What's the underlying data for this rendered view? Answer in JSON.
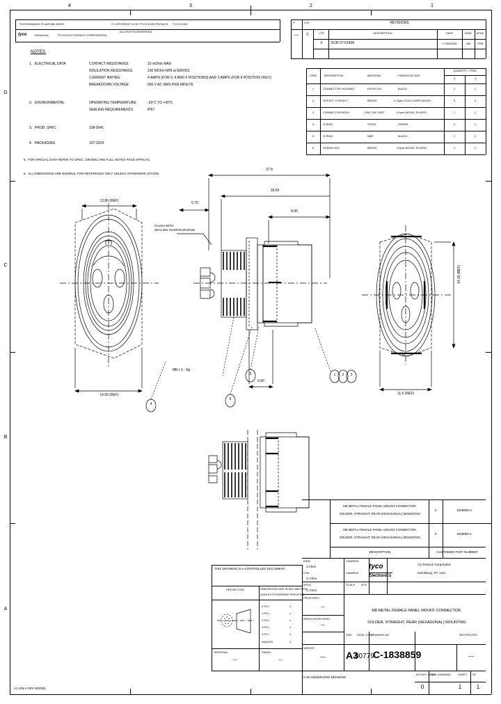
{
  "sheet": {
    "zones_top": [
      "4",
      "3",
      "2",
      "1"
    ],
    "zones_left": [
      "D",
      "C",
      "B",
      "A"
    ],
    "footer_ref": "A1 205-1 REV 9(0030)"
  },
  "header_bar": {
    "left_cell": "THIS DRAWING IS UNPUBLISHED",
    "mid_cell": "© COPYRIGHT 19 BY TYCO ELECTRONICS",
    "right_cell": "TYCO 2000",
    "logo": "tyco",
    "logo_sub": "Electronics",
    "second_row_mid": "TYCO ELECTRONICS CORPORATION",
    "second_row_right": "ALL RIGHTS RESERVED"
  },
  "notes": {
    "title": "NOTES:",
    "items": [
      {
        "num": "1.",
        "label": "ELECTRICAL DATA",
        "rows": [
          {
            "key": "CONTACT RESISTANCE",
            "val": "10 mOhm MAX"
          },
          {
            "key": "INSULATION RESISTANCE",
            "val": "100 MOhm MIN at 500VDC"
          },
          {
            "key": "CURRENT RATING",
            "val": "4 AMPS (FOR 3, 4 AND 5 POSITIONS) AND 2 AMPS (FOR 8 POSITION ONLY)"
          },
          {
            "key": "BREAKDOWN VOLTAGE",
            "val": "500 V AC RMS PER MINUTE"
          }
        ]
      },
      {
        "num": "2.",
        "label": "ENVIRONMENTAL",
        "rows": [
          {
            "key": "OPERATING TEMPERATURE",
            "val": "-25°C TO +90°C"
          },
          {
            "key": "SEALING REQUIREMENTS",
            "val": "IP67"
          }
        ]
      },
      {
        "num": "3.",
        "label": "PROD. SPEC",
        "rows": [
          {
            "key": "108-5941",
            "val": ""
          }
        ]
      },
      {
        "num": "4.",
        "label": "PACKAGING",
        "rows": [
          {
            "key": "107-3324",
            "val": ""
          }
        ]
      }
    ],
    "note5": "5.  FOR SPECIAL DATA REFER TO SPEC. 108-5941 AND FULL NOTES PAGE OFFICIAL.",
    "note6": "6.  ALL DIMENSIONS ARE NOMINAL FOR REFERENCE ONLY UNLESS OTHERWISE STATED."
  },
  "revisions": {
    "title": "REVISIONS",
    "lt_label": "LT",
    "lt_value": "—",
    "cage_label": "C",
    "headers": [
      "P",
      "LTR",
      "DESCRIPTION",
      "DATE",
      "DWN",
      "APVD"
    ],
    "rows": [
      {
        "p": "",
        "ltr": "0",
        "desc": "ECR 07-01428",
        "date": "17JAN2008",
        "dwn": "AM",
        "apvd": "TDM"
      }
    ]
  },
  "parts_list": {
    "headers": [
      "ITEM",
      "DESCRIPTION",
      "MATERIAL",
      "FINISH/COLOUR"
    ],
    "qty_header": "QUANTITY / ITEM",
    "qty_cols": [
      "-1",
      "-2"
    ],
    "rows": [
      {
        "item": "1",
        "desc": "CONNECTOR HOUSING",
        "mat": "PA NYLON",
        "fin": "BLACK",
        "q1": "1",
        "q2": "1"
      },
      {
        "item": "2",
        "desc": "SOCKET CONTACT",
        "mat": "BRASS",
        "fin": "0.15µm GOLD OVER NICKEL",
        "q1": "3",
        "q2": "4"
      },
      {
        "item": "3",
        "desc": "CONNECTOR BODY",
        "mat": "ZINC DIE CAST",
        "fin": "2.5µm NICKEL PLATED",
        "q1": "1",
        "q2": "1"
      },
      {
        "item": "4",
        "desc": "O-RING",
        "mat": "VITON",
        "fin": "GREEN",
        "q1": "1",
        "q2": "1"
      },
      {
        "item": "5",
        "desc": "O-RING",
        "mat": "NBR",
        "fin": "BLACK",
        "q1": "1",
        "q2": "1"
      },
      {
        "item": "6",
        "desc": "SCREW NUT",
        "mat": "BRASS",
        "fin": "2.5µm NICKEL PLATED",
        "q1": "1",
        "q2": "1"
      }
    ]
  },
  "dimensions": {
    "overall_length": "27.8",
    "body_length": "18.00",
    "hex_length": "8.95",
    "front_depth": "4.90",
    "thread_lead": "5.70",
    "thread_spec": "M8 x 1 - 6g",
    "hex_across_flats": "14.00 (REF)",
    "hex_across_corners": "13.80 (REF)",
    "right_flats": "11.5 (REF)",
    "right_vert": "14.00 (REF)",
    "panel_note": "FLUSH WITH\nSEALING CONFIGURATION",
    "balloon_items": [
      "1",
      "2",
      "3",
      "4",
      "5",
      "6"
    ]
  },
  "controlled_box": {
    "title": "THIS DRAWING IS A CONTROLLED DOCUMENT.",
    "proj_label": "PROJECTION",
    "tol_title": "DIMENSIONS ARE IN MILLIMETERS",
    "tol_sub": "UNLESS OTHERWISE SPECIFIED",
    "tol_rows": [
      {
        "k": "0 PLC",
        "v": "±"
      },
      {
        "k": "1 PLC",
        "v": "±"
      },
      {
        "k": "2 PLC",
        "v": "±"
      },
      {
        "k": "3 PLC",
        "v": "±"
      },
      {
        "k": "4 PLC",
        "v": "±"
      },
      {
        "k": "ANGLES",
        "v": "±"
      }
    ],
    "material_label": "MATERIAL",
    "material_value": "—",
    "finish_label": "FINISH",
    "finish_value": "—"
  },
  "title_block": {
    "desc_rows": [
      {
        "line1": "M8 METAL FEMALE PANEL MOUNT CONNECTOR,",
        "line2": "SOLDER, STRAIGHT, REAR (HEXAGONAL) MOUNTING",
        "dash": "4",
        "pn": "1838859-2"
      },
      {
        "line1": "M8 METAL FEMALE PANEL MOUNT CONNECTOR,",
        "line2": "SOLDER, STRAIGHT, REAR (HEXAGONAL) MOUNTING",
        "dash": "3",
        "pn": "1838859-1"
      }
    ],
    "desc_col_header": "DESCRIPTION",
    "pn_col_header": "CUSTOMER PART NUMBER",
    "drawn_label": "DWN",
    "drawn_value": "J.Chen",
    "drawn_date": "23MAR08",
    "chk_label": "CHK",
    "chk_value": "C.Chen",
    "chk_date": "23MAR08",
    "appr_label": "APVD",
    "appr_value": "C.Chen",
    "appr_date": "23MAR08",
    "scale_label": "SCALE",
    "scale_value": "NTS",
    "prod_label": "PROD SPEC",
    "prod_value": "—",
    "app_label": "APPLICATION SPEC",
    "app_value": "—",
    "company": "tyco",
    "company_sub": "Electronics",
    "company_line1": "AU Division Corporation",
    "company_line2": "Harrisburg, PA  USA",
    "main_title_l1": "M8 METAL FEMALE PANEL MOUNT CONNECTOR,",
    "main_title_l2": "SOLDER, STRAIGHT, REAR (HEXAGONAL) MOUNTING",
    "size_label": "SIZE",
    "size_value": "A3",
    "cage_label": "CAGE CODE",
    "cage_value": "00779",
    "dwg_label": "DRAWING NO",
    "dwg_value": "C-1838859",
    "rest_label": "RESTRICTED",
    "rest_value": "—",
    "weight_label": "WEIGHT",
    "weight_value": "—",
    "bottom_left": "CAD GENERATED DRAWING",
    "rev_label": "REV",
    "rev_value": "0",
    "sheet_label": "SHEET",
    "sheet_value": "1",
    "of_label": "OF",
    "of_value": "1",
    "dnc_label": "DO NOT SCALE DRAWING"
  }
}
